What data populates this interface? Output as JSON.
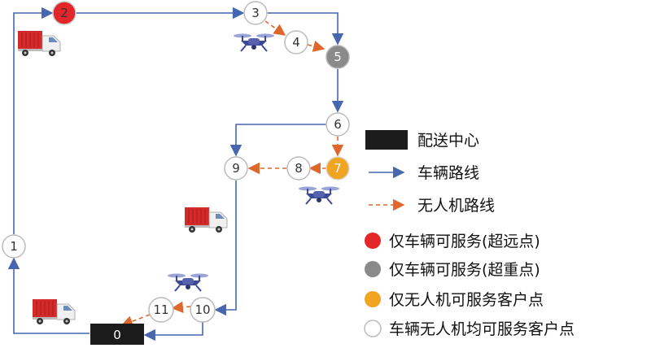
{
  "colors": {
    "vehicle_route": "#4667b0",
    "drone_route": "#e0672b",
    "far_node": "#e3262a",
    "heavy_node": "#8a8a8a",
    "drone_only_node": "#f0a422",
    "normal_node": "#ffffff",
    "depot": "#1c1c1c"
  },
  "nodes": [
    {
      "id": "0",
      "type": "depot"
    },
    {
      "id": "1",
      "type": "normal"
    },
    {
      "id": "2",
      "type": "far"
    },
    {
      "id": "3",
      "type": "normal"
    },
    {
      "id": "4",
      "type": "normal"
    },
    {
      "id": "5",
      "type": "heavy"
    },
    {
      "id": "6",
      "type": "normal"
    },
    {
      "id": "7",
      "type": "drone_only"
    },
    {
      "id": "8",
      "type": "normal"
    },
    {
      "id": "9",
      "type": "normal"
    },
    {
      "id": "10",
      "type": "normal"
    },
    {
      "id": "11",
      "type": "normal"
    }
  ],
  "vehicle_route_order": [
    "0",
    "1",
    "2",
    "3",
    "5",
    "6",
    "9",
    "10",
    "0"
  ],
  "drone_routes": [
    [
      "3",
      "4",
      "5"
    ],
    [
      "6",
      "7",
      "8",
      "9"
    ],
    [
      "10",
      "11",
      "0"
    ]
  ],
  "icons": [
    "truck-icon",
    "drone-icon"
  ],
  "legend": [
    {
      "key": "depot",
      "label": "配送中心"
    },
    {
      "key": "vehicle_route",
      "label": "车辆路线"
    },
    {
      "key": "drone_route",
      "label": "无人机路线"
    },
    {
      "key": "far",
      "label": "仅车辆可服务(超远点)"
    },
    {
      "key": "heavy",
      "label": "仅车辆可服务(超重点)"
    },
    {
      "key": "drone_only",
      "label": "仅无人机可服务客户点"
    },
    {
      "key": "normal",
      "label": "车辆无人机均可服务客户点"
    }
  ]
}
